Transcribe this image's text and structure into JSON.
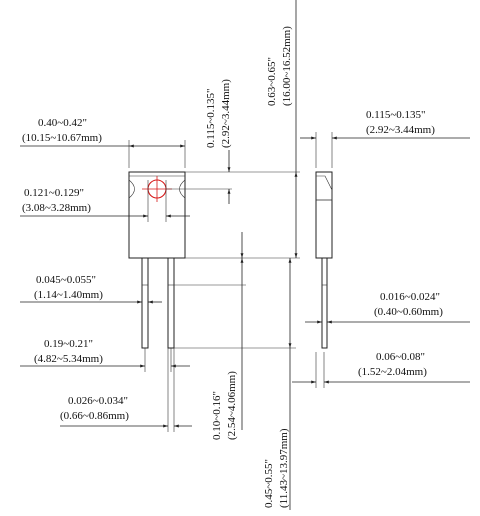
{
  "labels": {
    "width_in": "0.40~0.42\"",
    "width_mm": "(10.15~10.67mm)",
    "hole_in": "0.121~0.129\"",
    "hole_mm": "(3.08~3.28mm)",
    "pinw_in": "0.045~0.055\"",
    "pinw_mm": "(1.14~1.40mm)",
    "pitch_in": "0.19~0.21\"",
    "pitch_mm": "(4.82~5.34mm)",
    "lead_in": "0.026~0.034\"",
    "lead_mm": "(0.66~0.86mm)",
    "holepos_in": "0.115~0.135\"",
    "holepos_mm": "(2.92~3.44mm)",
    "bodyh_in": "0.63~0.65\"",
    "bodyh_mm": "(16.00~16.52mm)",
    "thick_in": "0.115~0.135\"",
    "thick_mm": "(2.92~3.44mm)",
    "leadt_in": "0.016~0.024\"",
    "leadt_mm": "(0.40~0.60mm)",
    "tab_in": "0.06~0.08\"",
    "tab_mm": "(1.52~2.04mm)",
    "bend_in": "0.10~0.16\"",
    "bend_mm": "(2.54~4.06mm)",
    "leadl_in": "0.45~0.55\"",
    "leadl_mm": "(11.43~13.97mm)"
  },
  "colors": {
    "line": "#222222",
    "hole_marker": "#d61818"
  }
}
